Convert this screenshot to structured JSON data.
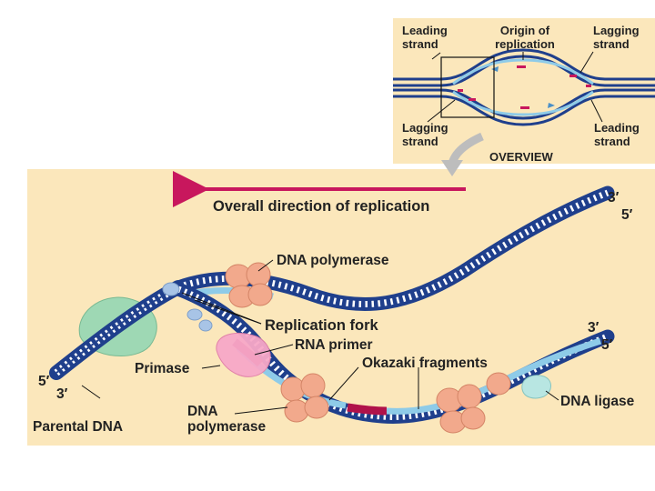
{
  "overview": {
    "leading_strand_top": [
      "Leading",
      "strand"
    ],
    "origin_of_replication": [
      "Origin of",
      "replication"
    ],
    "lagging_strand_top": [
      "Lagging",
      "strand"
    ],
    "lagging_strand_bottom": [
      "Lagging",
      "strand"
    ],
    "leading_strand_bottom": [
      "Leading",
      "strand"
    ],
    "caption": "OVERVIEW"
  },
  "main": {
    "direction": "Overall direction of replication",
    "dna_polymerase_top": "DNA polymerase",
    "replication_fork": "Replication fork",
    "rna_primer": "RNA primer",
    "primase": "Primase",
    "okazaki_fragments": "Okazaki fragments",
    "dna_polymerase_bottom": [
      "DNA",
      "polymerase"
    ],
    "dna_ligase": "DNA ligase",
    "parental_dna": "Parental DNA",
    "end_top_3": "3′",
    "end_top_5": "5′",
    "end_mid_3": "3′",
    "end_mid_5": "5′",
    "end_left_5": "5′",
    "end_left_3": "3′"
  },
  "colors": {
    "background_panel": "#fbe7bb",
    "dark_strand": "#1f3f8c",
    "light_strand": "#8ecbe8",
    "rna_primer": "#b0124a",
    "arrow": "#c8175d",
    "polymerase": "#f2a98c",
    "helicase": "#9ed8b4",
    "primase": "#f7a8c8",
    "ligase": "#b8e6e2"
  }
}
